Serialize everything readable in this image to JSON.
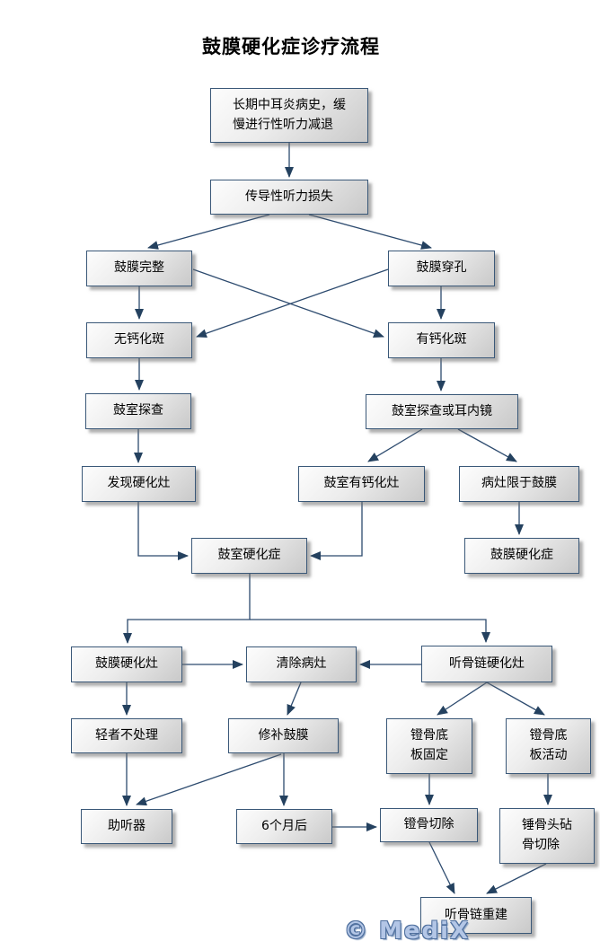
{
  "title": "鼓膜硬化症诊疗流程",
  "watermark": "© MediX",
  "nodes": {
    "history": "长期中耳炎病史，缓\n慢进行性听力减退",
    "conductive_loss": "传导性听力损失",
    "tm_intact": "鼓膜完整",
    "tm_perforation": "鼓膜穿孔",
    "no_calcification": "无钙化斑",
    "has_calcification": "有钙化斑",
    "tympanic_exploration": "鼓室探查",
    "exploration_or_endoscope": "鼓室探查或耳内镜",
    "found_sclerosis": "发现硬化灶",
    "tympanic_calc_foci": "鼓室有钙化灶",
    "lesion_limited_tm": "病灶限于鼓膜",
    "tympanosclerosis": "鼓室硬化症",
    "myringosclerosis": "鼓膜硬化症",
    "tm_sclerotic_foci": "鼓膜硬化灶",
    "remove_lesion": "清除病灶",
    "ossicular_sclerotic_foci": "听骨链硬化灶",
    "mild_no_treatment": "轻者不处理",
    "repair_tm": "修补鼓膜",
    "stapes_footplate_fixed": "镫骨底\n板固定",
    "stapes_footplate_mobile": "镫骨底\n板活动",
    "hearing_aid": "助听器",
    "after_six_months": "6个月后",
    "stapedectomy": "镫骨切除",
    "malleus_incus_removal": "锤骨头砧\n骨切除",
    "ossicular_reconstruction": "听骨链重建"
  }
}
